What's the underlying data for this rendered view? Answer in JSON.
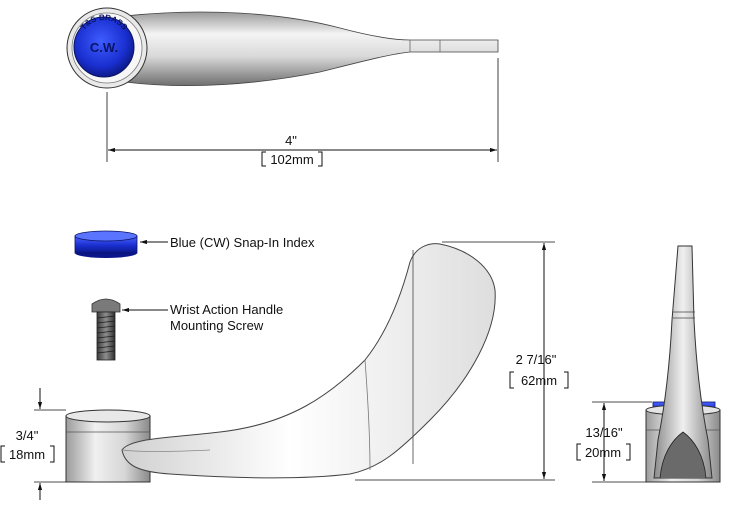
{
  "top_view": {
    "logo_text": "T&S BRASS",
    "cap_text": "C.W.",
    "length_dim": {
      "inch": "4\"",
      "mm": "102mm"
    }
  },
  "side_view": {
    "height_dim": {
      "inch": "2 7/16\"",
      "mm": "62mm"
    },
    "base_dim": {
      "inch": "3/4\"",
      "mm": "18mm"
    }
  },
  "end_view": {
    "base_dim": {
      "inch": "13/16\"",
      "mm": "20mm"
    }
  },
  "parts": {
    "index_label": "Blue (CW) Snap-In Index",
    "screw_label_line1": "Wrist Action Handle",
    "screw_label_line2": "Mounting Screw"
  },
  "colors": {
    "index_blue": "#1a2fd0",
    "metal_light": "#f2f2f2",
    "metal_mid": "#cfcfcf",
    "metal_dark": "#7d7d7d"
  }
}
